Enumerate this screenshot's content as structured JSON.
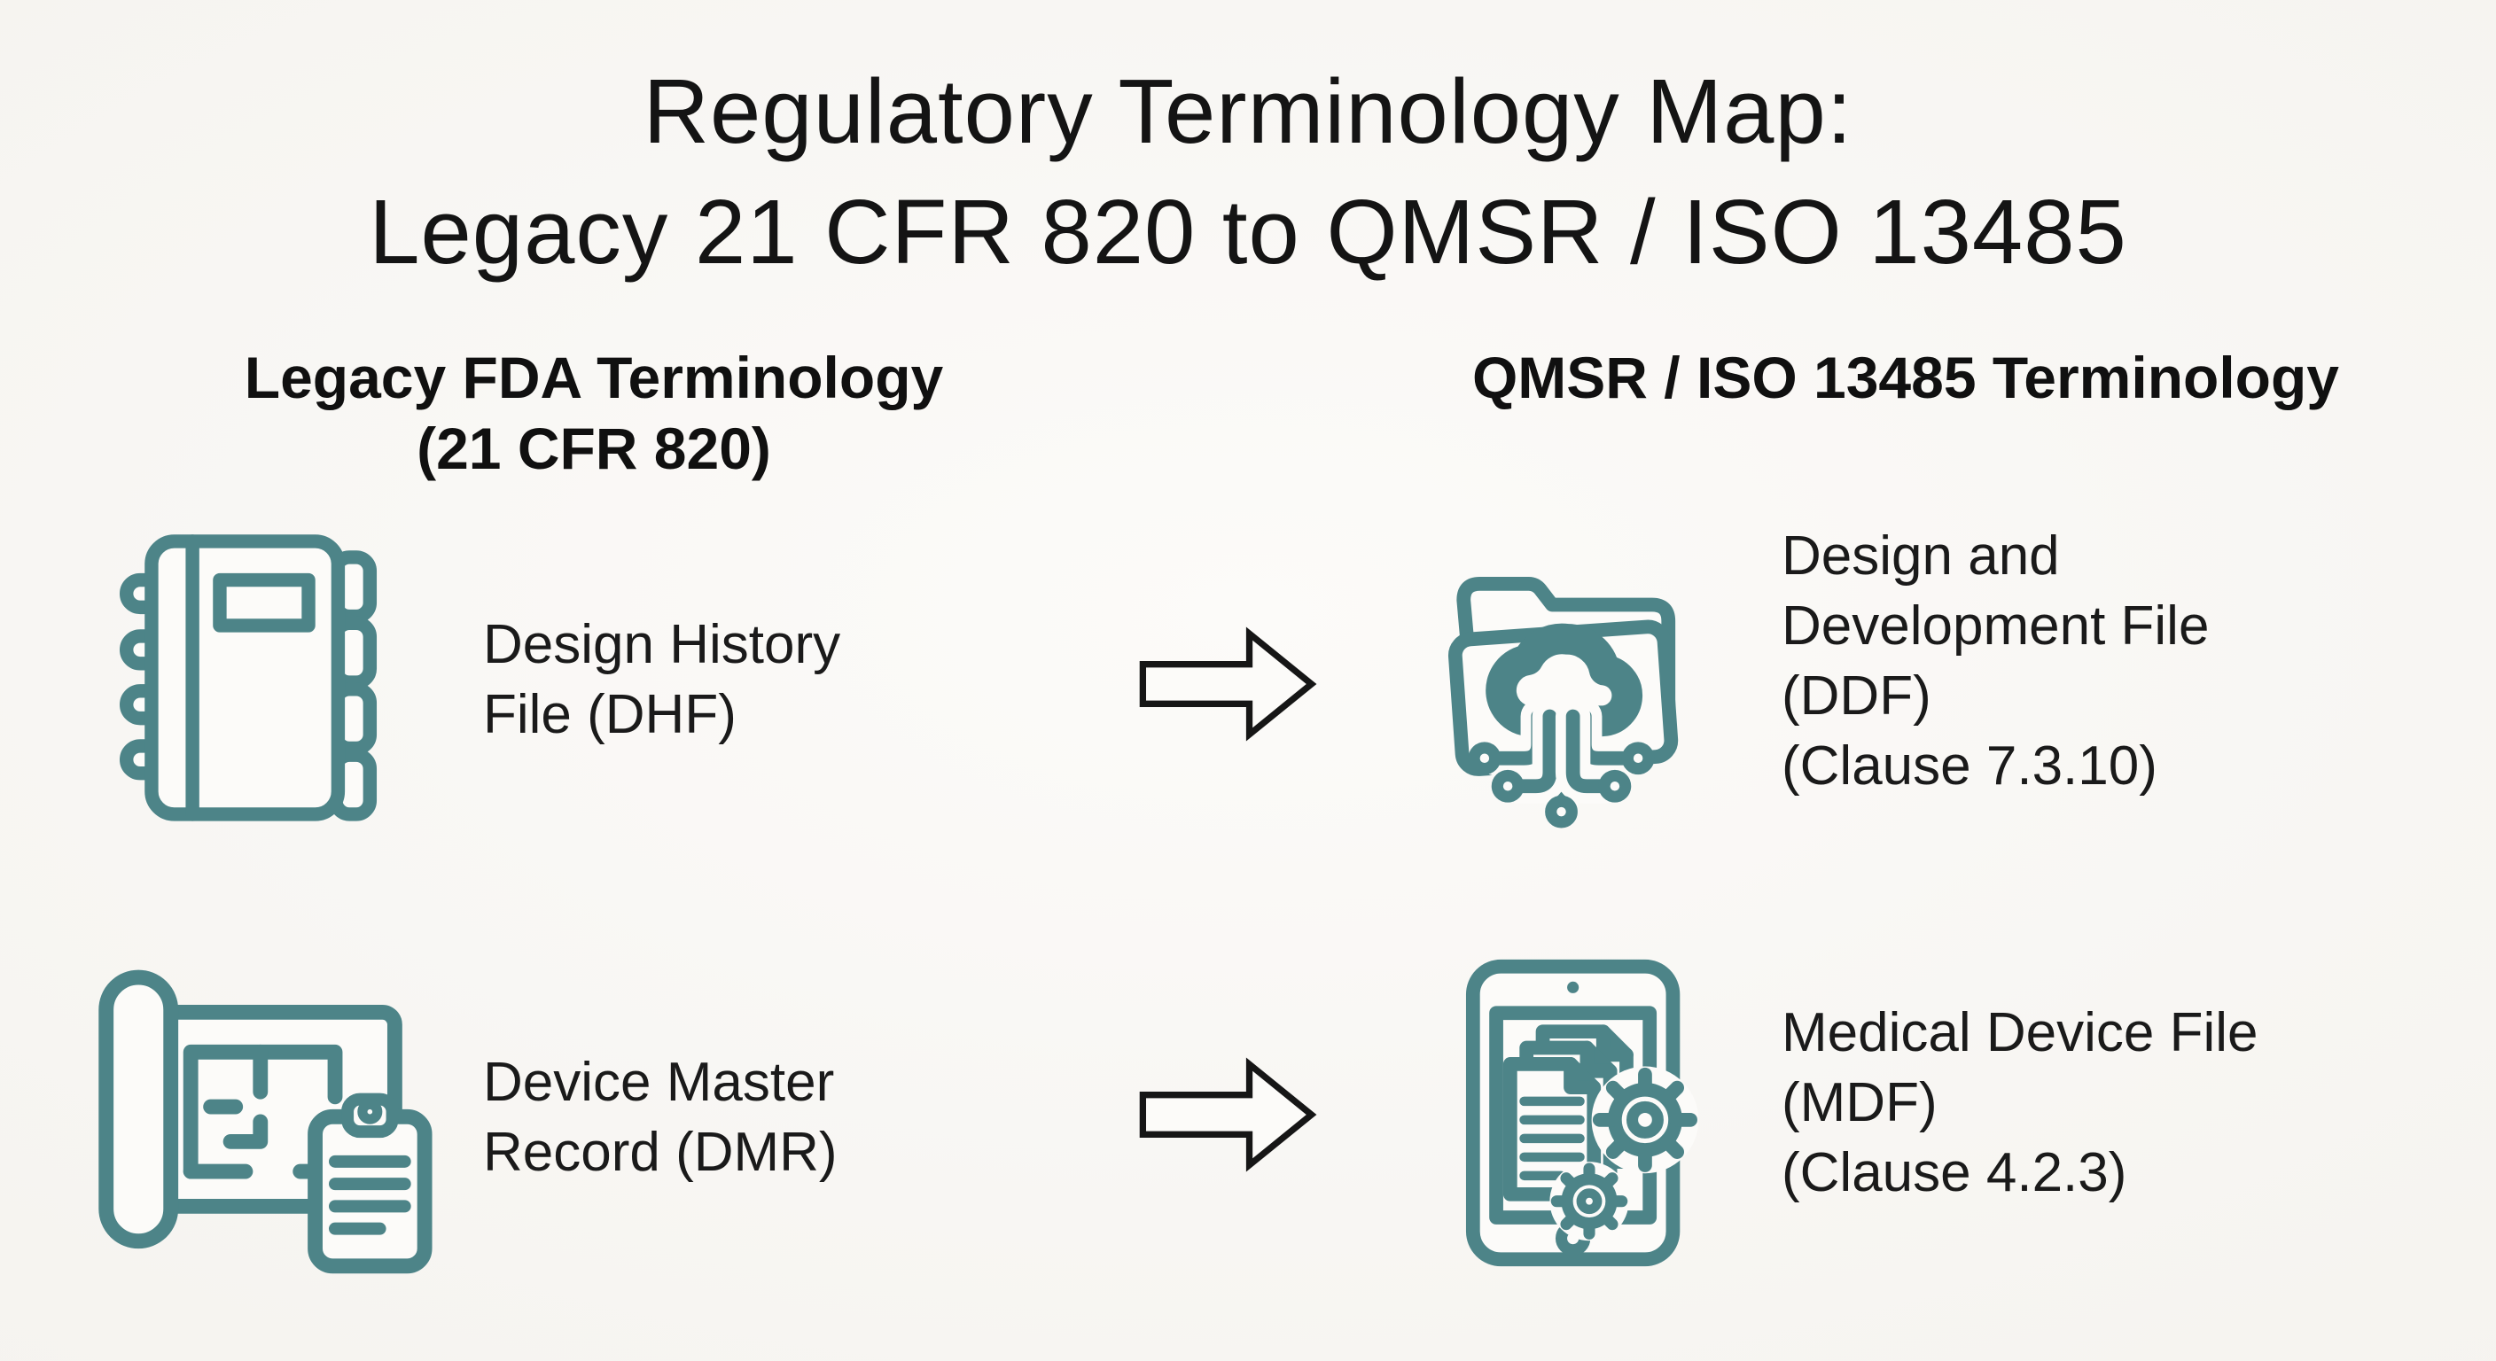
{
  "title": {
    "line1": "Regulatory Terminology Map:",
    "line2": "Legacy 21 CFR 820 to QMSR / ISO 13485"
  },
  "headers": {
    "legacy_line1": "Legacy FDA Terminology",
    "legacy_line2": "(21 CFR 820)",
    "qmsr": "QMSR / ISO 13485 Terminology"
  },
  "mappings": [
    {
      "legacy_icon": "spiral-notebook-binder",
      "legacy_lines": [
        "Design History",
        "File (DHF)"
      ],
      "qmsr_icon": "folder-cloud-circuit",
      "qmsr_lines": [
        "Design and",
        "Development File",
        "(DDF)",
        "(Clause 7.3.10)"
      ]
    },
    {
      "legacy_icon": "blueprint-roll-clipboard",
      "legacy_lines": [
        "Device Master",
        "Record (DMR)"
      ],
      "qmsr_icon": "tablet-documents-gears",
      "qmsr_lines": [
        "Medical Device File",
        "(MDF)",
        "(Clause 4.2.3)"
      ]
    }
  ],
  "colors": {
    "background": "#f5f3ef",
    "surface": "#fcfbf9",
    "icon_teal": "#4d8488",
    "arrow": "#161616",
    "text": "#1a1a1a"
  }
}
